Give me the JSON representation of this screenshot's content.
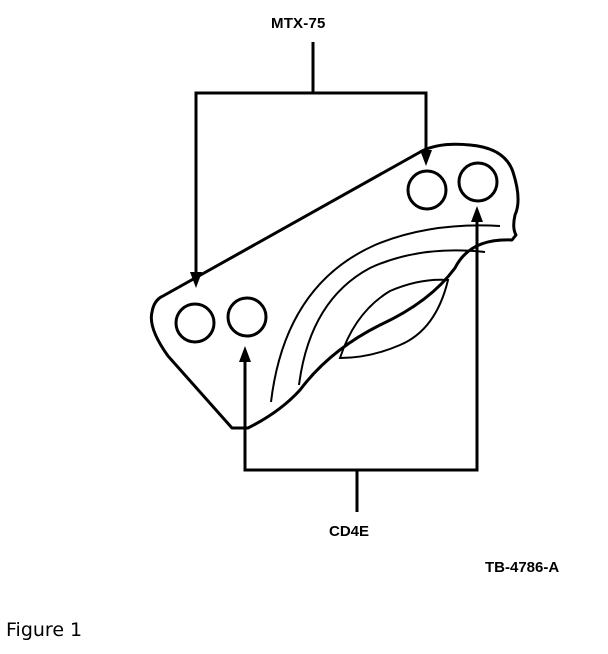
{
  "diagram": {
    "top_label": "MTX-75",
    "bottom_label": "CD4E",
    "reference_code": "TB-4786-A",
    "caption": "Figure 1",
    "stroke_color": "#000000",
    "background_color": "#ffffff"
  }
}
